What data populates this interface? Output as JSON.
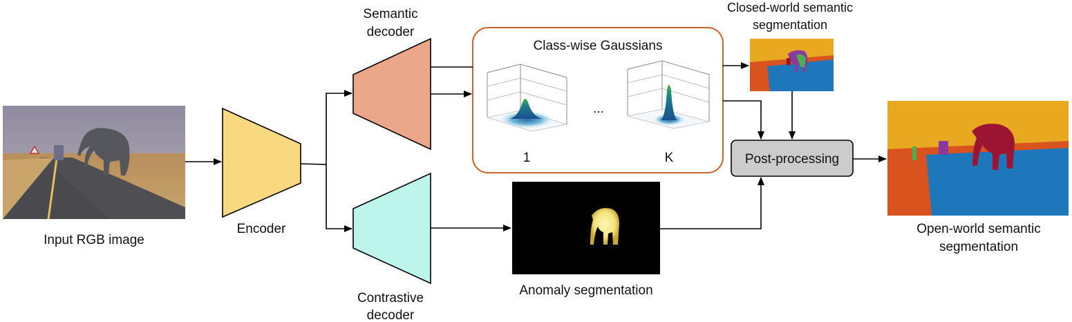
{
  "labels": {
    "input_image": "Input RGB image",
    "encoder": "Encoder",
    "semantic_decoder_l1": "Semantic",
    "semantic_decoder_l2": "decoder",
    "contrastive_decoder_l1": "Contrastive",
    "contrastive_decoder_l2": "decoder",
    "gaussians_title": "Class-wise Gaussians",
    "gaussian_first": "1",
    "gaussian_ellipsis": "...",
    "gaussian_last": "K",
    "closed_world_l1": "Closed-world semantic",
    "closed_world_l2": "segmentation",
    "post_processing": "Post-processing",
    "anomaly": "Anomaly segmentation",
    "open_world_l1": "Open-world semantic",
    "open_world_l2": "segmentation"
  },
  "colors": {
    "encoder": "#f9d97f",
    "semantic_decoder": "#eaa78a",
    "contrastive_decoder": "#bdf5ec",
    "gaussian_box_border": "#c8642c",
    "post_box": "#cccccc",
    "seg_yellow": "#e8a820",
    "seg_orange": "#d9531e",
    "seg_blue": "#1f77bb",
    "seg_red": "#9b1533",
    "seg_purple": "#8a3a9c",
    "seg_green": "#4caf50"
  }
}
